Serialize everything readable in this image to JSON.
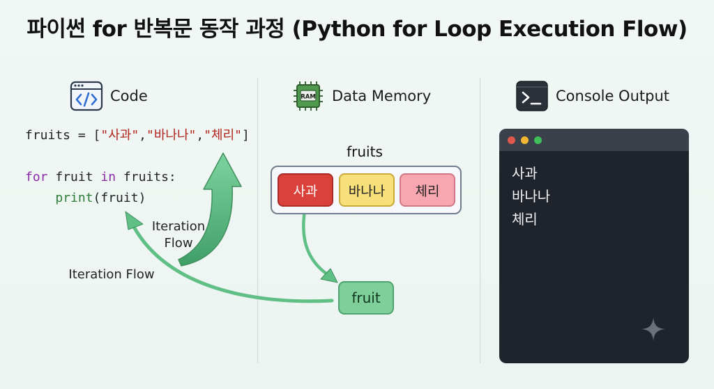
{
  "title": "파이썬 for 반복문 동작 과정 (Python for Loop Execution Flow)",
  "columns": {
    "code": {
      "label": "Code",
      "icon": "code-icon"
    },
    "memory": {
      "label": "Data Memory",
      "icon": "ram-chip-icon",
      "chip_text": "RAM"
    },
    "console": {
      "label": "Console Output",
      "icon": "terminal-icon"
    }
  },
  "code": {
    "line1": {
      "prefix": "fruits = [",
      "items": [
        "\"사과\"",
        "\"바나나\"",
        "\"체리\""
      ],
      "sep": ",",
      "suffix": "]"
    },
    "line2": {
      "kw1": "for",
      "var": " fruit ",
      "kw2": "in",
      "rest": " fruits:"
    },
    "line3": {
      "indent": "    ",
      "fn": "print",
      "args": "(fruit)"
    }
  },
  "flow_labels": {
    "upper": [
      "Iteration",
      "Flow"
    ],
    "lower": "Iteration Flow"
  },
  "memory": {
    "list_name": "fruits",
    "items": [
      "사과",
      "바나나",
      "체리"
    ],
    "loop_var": "fruit"
  },
  "console": {
    "lines": [
      "사과",
      "바나나",
      "체리"
    ]
  },
  "colors": {
    "arrow": "#5fbf84",
    "item_red": "#d9413a",
    "item_yellow": "#f7df7a",
    "item_pink": "#f8a6b0",
    "loop_var": "#7fcf9b",
    "console_bg": "#1f242c"
  }
}
